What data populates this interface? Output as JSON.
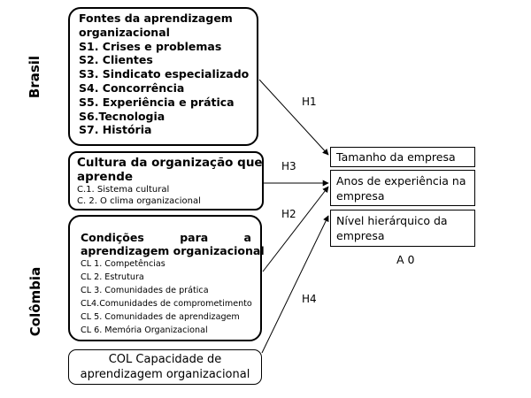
{
  "countries": {
    "brazil": "Brasil",
    "colombia": "Colômbia"
  },
  "box_fontes": {
    "title_1": "Fontes da aprendizagem",
    "title_2": "organizacional",
    "items": [
      "S1. Crises e problemas",
      "S2. Clientes",
      "S3. Sindicato especializado",
      "S4. Concorrência",
      "S5. Experiência e prática",
      "S6.Tecnologia",
      "S7. História"
    ]
  },
  "box_cultura": {
    "title_1": "Cultura da organização que",
    "title_2": "aprende",
    "items": [
      "C.1. Sistema cultural",
      "C. 2.  O clima organizacional"
    ]
  },
  "box_condicoes": {
    "title_1_words": [
      "Condições",
      "para",
      "a"
    ],
    "title_2": "aprendizagem organizacional",
    "items": [
      "CL 1. Competências",
      "CL 2.  Estrutura",
      "CL 3. Comunidades de prática",
      "CL4.Comunidades de comprometimento",
      "CL 5. Comunidades de aprendizagem",
      "CL 6. Memória Organizacional"
    ]
  },
  "box_col": {
    "line_1": "COL Capacidade de",
    "line_2": "aprendizagem organizacional"
  },
  "hypotheses": {
    "h1": "H1",
    "h2": "H2",
    "h3": "H3",
    "h4": "H4"
  },
  "outputs": {
    "tamanho": "Tamanho da empresa",
    "anos_1": "Anos de experiência na",
    "anos_2": "empresa",
    "nivel_1": "Nível hierárquico da",
    "nivel_2": "empresa",
    "group_label": "A 0"
  }
}
